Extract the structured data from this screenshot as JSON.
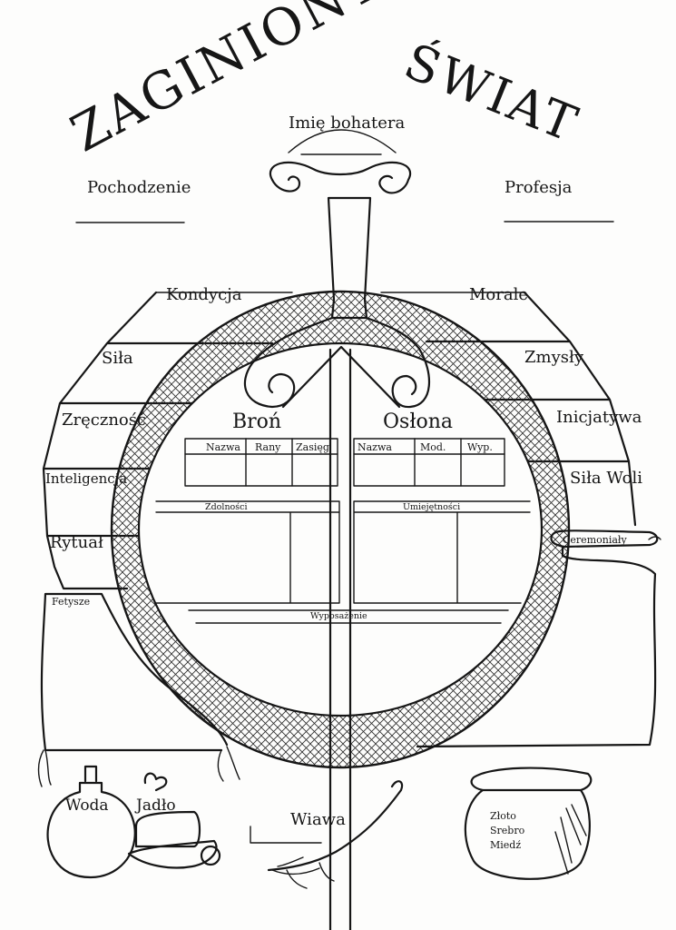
{
  "title": {
    "word1": "ZAGINIONY",
    "word2": "ŚWIAT"
  },
  "hero": {
    "name_label": "Imię bohatera",
    "origin_label": "Pochodzenie",
    "profession_label": "Profesja"
  },
  "attributes_left": [
    {
      "label": "Kondycja"
    },
    {
      "label": "Siła"
    },
    {
      "label": "Zręczność"
    },
    {
      "label": "Inteligencja"
    },
    {
      "label": "Rytuał"
    }
  ],
  "attributes_right": [
    {
      "label": "Morale"
    },
    {
      "label": "Zmysły"
    },
    {
      "label": "Inicjatywa"
    },
    {
      "label": "Siła Woli"
    }
  ],
  "weapon": {
    "title": "Broń",
    "columns": [
      "Nazwa",
      "Rany",
      "Zasięg"
    ]
  },
  "armor": {
    "title": "Osłona",
    "columns": [
      "Nazwa",
      "Mod.",
      "Wyp."
    ]
  },
  "sections": {
    "abilities": "Zdolności",
    "skills": "Umiejętności",
    "equipment": "Wyposażenie",
    "ceremonies": "Ceremoniały",
    "fetishes": "Fetysze"
  },
  "supplies": {
    "water": "Woda",
    "food": "Jadło",
    "wounds": "Wiawa"
  },
  "treasure": {
    "gold": "Złoto",
    "silver": "Srebro",
    "copper": "Miedź"
  },
  "colors": {
    "ink": "#161616",
    "paper": "#fdfdfc"
  }
}
